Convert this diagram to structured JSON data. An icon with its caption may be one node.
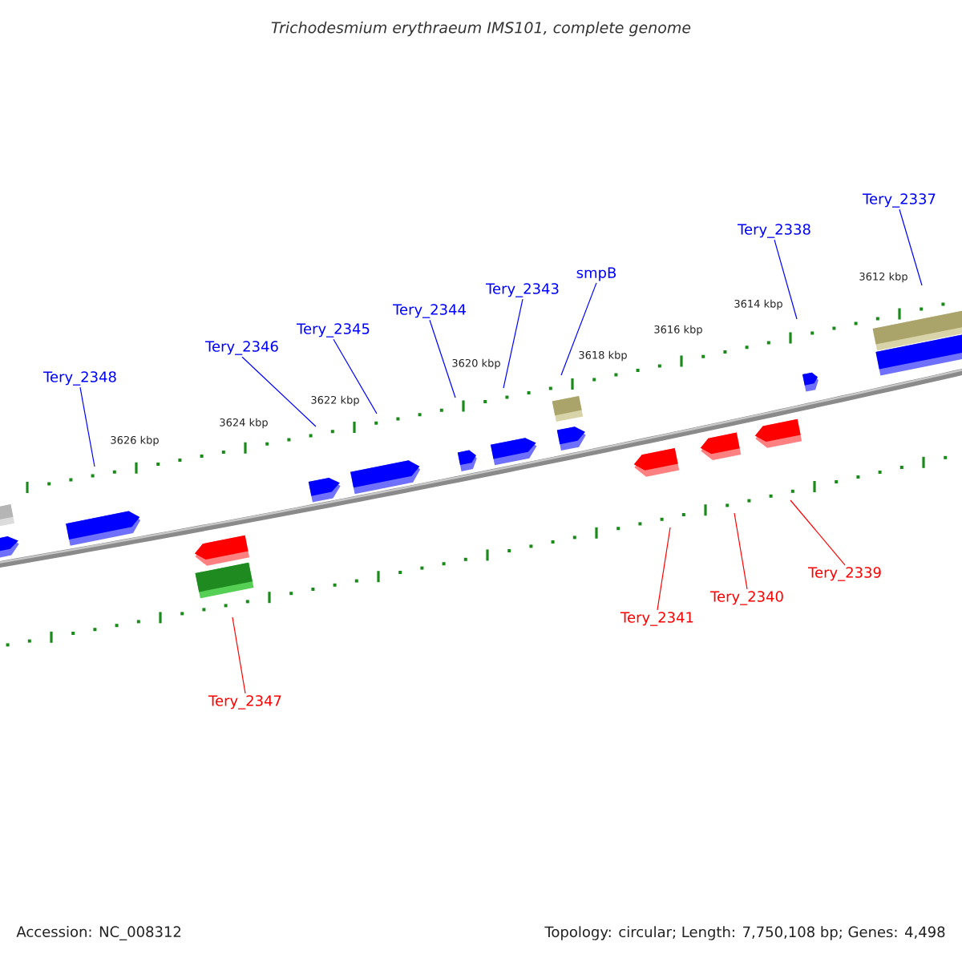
{
  "diagram": {
    "title": "Trichodesmium erythraeum IMS101, complete genome",
    "nodes": [
      {
        "text": [
          "Tery_2348"
        ]
      },
      {
        "text": [
          "Tery_2346"
        ]
      },
      {
        "text": [
          "Tery_2345"
        ]
      },
      {
        "text": [
          "Tery_2344"
        ]
      },
      {
        "text": [
          "Tery_2343"
        ]
      },
      {
        "text": [
          "smpB"
        ]
      },
      {
        "text": [
          "Tery_2338"
        ]
      },
      {
        "text": [
          "Tery_2337"
        ]
      },
      {
        "text": [
          "Tery_2347"
        ]
      },
      {
        "text": [
          "Tery_2341"
        ]
      },
      {
        "text": [
          "Tery_2340"
        ]
      },
      {
        "text": [
          "Tery_2339"
        ]
      }
    ],
    "edges": [
      {
        "from": 0,
        "to": null,
        "arrow": "none"
      },
      {
        "from": 1,
        "to": null,
        "arrow": "none"
      },
      {
        "from": 2,
        "to": null,
        "arrow": "none"
      },
      {
        "from": 3,
        "to": null,
        "arrow": "none"
      },
      {
        "from": 4,
        "to": null,
        "arrow": "none"
      },
      {
        "from": 5,
        "to": null,
        "arrow": "none"
      },
      {
        "from": 6,
        "to": null,
        "arrow": "none"
      },
      {
        "from": 7,
        "to": null,
        "arrow": "none"
      },
      {
        "from": 8,
        "to": null,
        "arrow": "none",
        "color": "#ff0000"
      },
      {
        "from": 9,
        "to": null,
        "arrow": "none",
        "color": "#ff0000"
      },
      {
        "from": 10,
        "to": null,
        "arrow": "none",
        "color": "#ff0000"
      },
      {
        "from": 11,
        "to": null,
        "arrow": "none",
        "color": "#ff0000"
      }
    ],
    "labels": [
      "3626 kbp",
      "3624 kbp",
      "3622 kbp",
      "3620 kbp",
      "3618 kbp",
      "3616 kbp",
      "3614 kbp",
      "3612 kbp",
      "Accession: NC_008312",
      "Topology: circular; Length: 7,750,108 bp; Genes: 4,498"
    ]
  }
}
